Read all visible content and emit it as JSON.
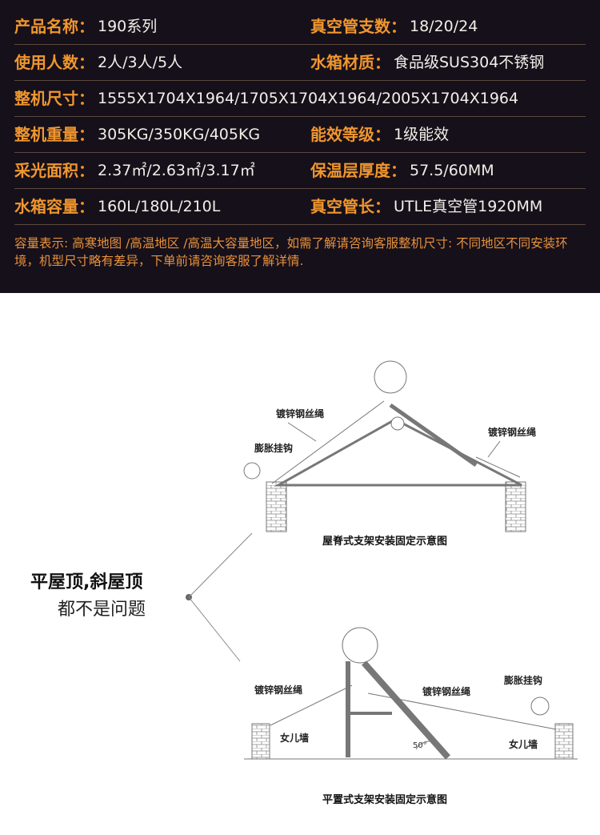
{
  "specs": [
    {
      "l1": "产品名称：",
      "v1": "190系列",
      "l2": "真空管支数：",
      "v2": "18/20/24"
    },
    {
      "l1": "使用人数：",
      "v1": "2人/3人/5人",
      "l2": "水箱材质：",
      "v2": "食品级SUS304不锈钢"
    },
    {
      "l1": "整机尺寸：",
      "v1": "1555X1704X1964/1705X1704X1964/2005X1704X1964"
    },
    {
      "l1": "整机重量：",
      "v1": "305KG/350KG/405KG",
      "l2": "能效等级：",
      "v2": "1级能效"
    },
    {
      "l1": "采光面积：",
      "v1": "2.37㎡/2.63㎡/3.17㎡",
      "l2": "保温层厚度：",
      "v2": "57.5/60MM"
    },
    {
      "l1": "水箱容量：",
      "v1": "160L/180L/210L",
      "l2": "真空管长：",
      "v2": "UTLE真空管1920MM"
    }
  ],
  "note": "容量表示: 高寒地图 /高温地区 /高温大容量地区，如需了解请咨询客服整机尺寸: 不同地区不同安装环境，机型尺寸略有差异，下单前请咨询客服了解详情.",
  "headline": {
    "line1": "平屋顶,斜屋顶",
    "line2": "都不是问题"
  },
  "ridge": {
    "wire_left": "镀锌钢丝绳",
    "wire_right": "镀锌钢丝绳",
    "hook": "膨胀挂钩",
    "caption": "屋脊式支架安装固定示意图"
  },
  "flat": {
    "wire_left": "镀锌钢丝绳",
    "wire_right": "镀锌钢丝绳",
    "hook": "膨胀挂钩",
    "wall_left": "女儿墙",
    "wall_right": "女儿墙",
    "angle": "50°",
    "caption": "平置式支架安装固定示意图"
  }
}
